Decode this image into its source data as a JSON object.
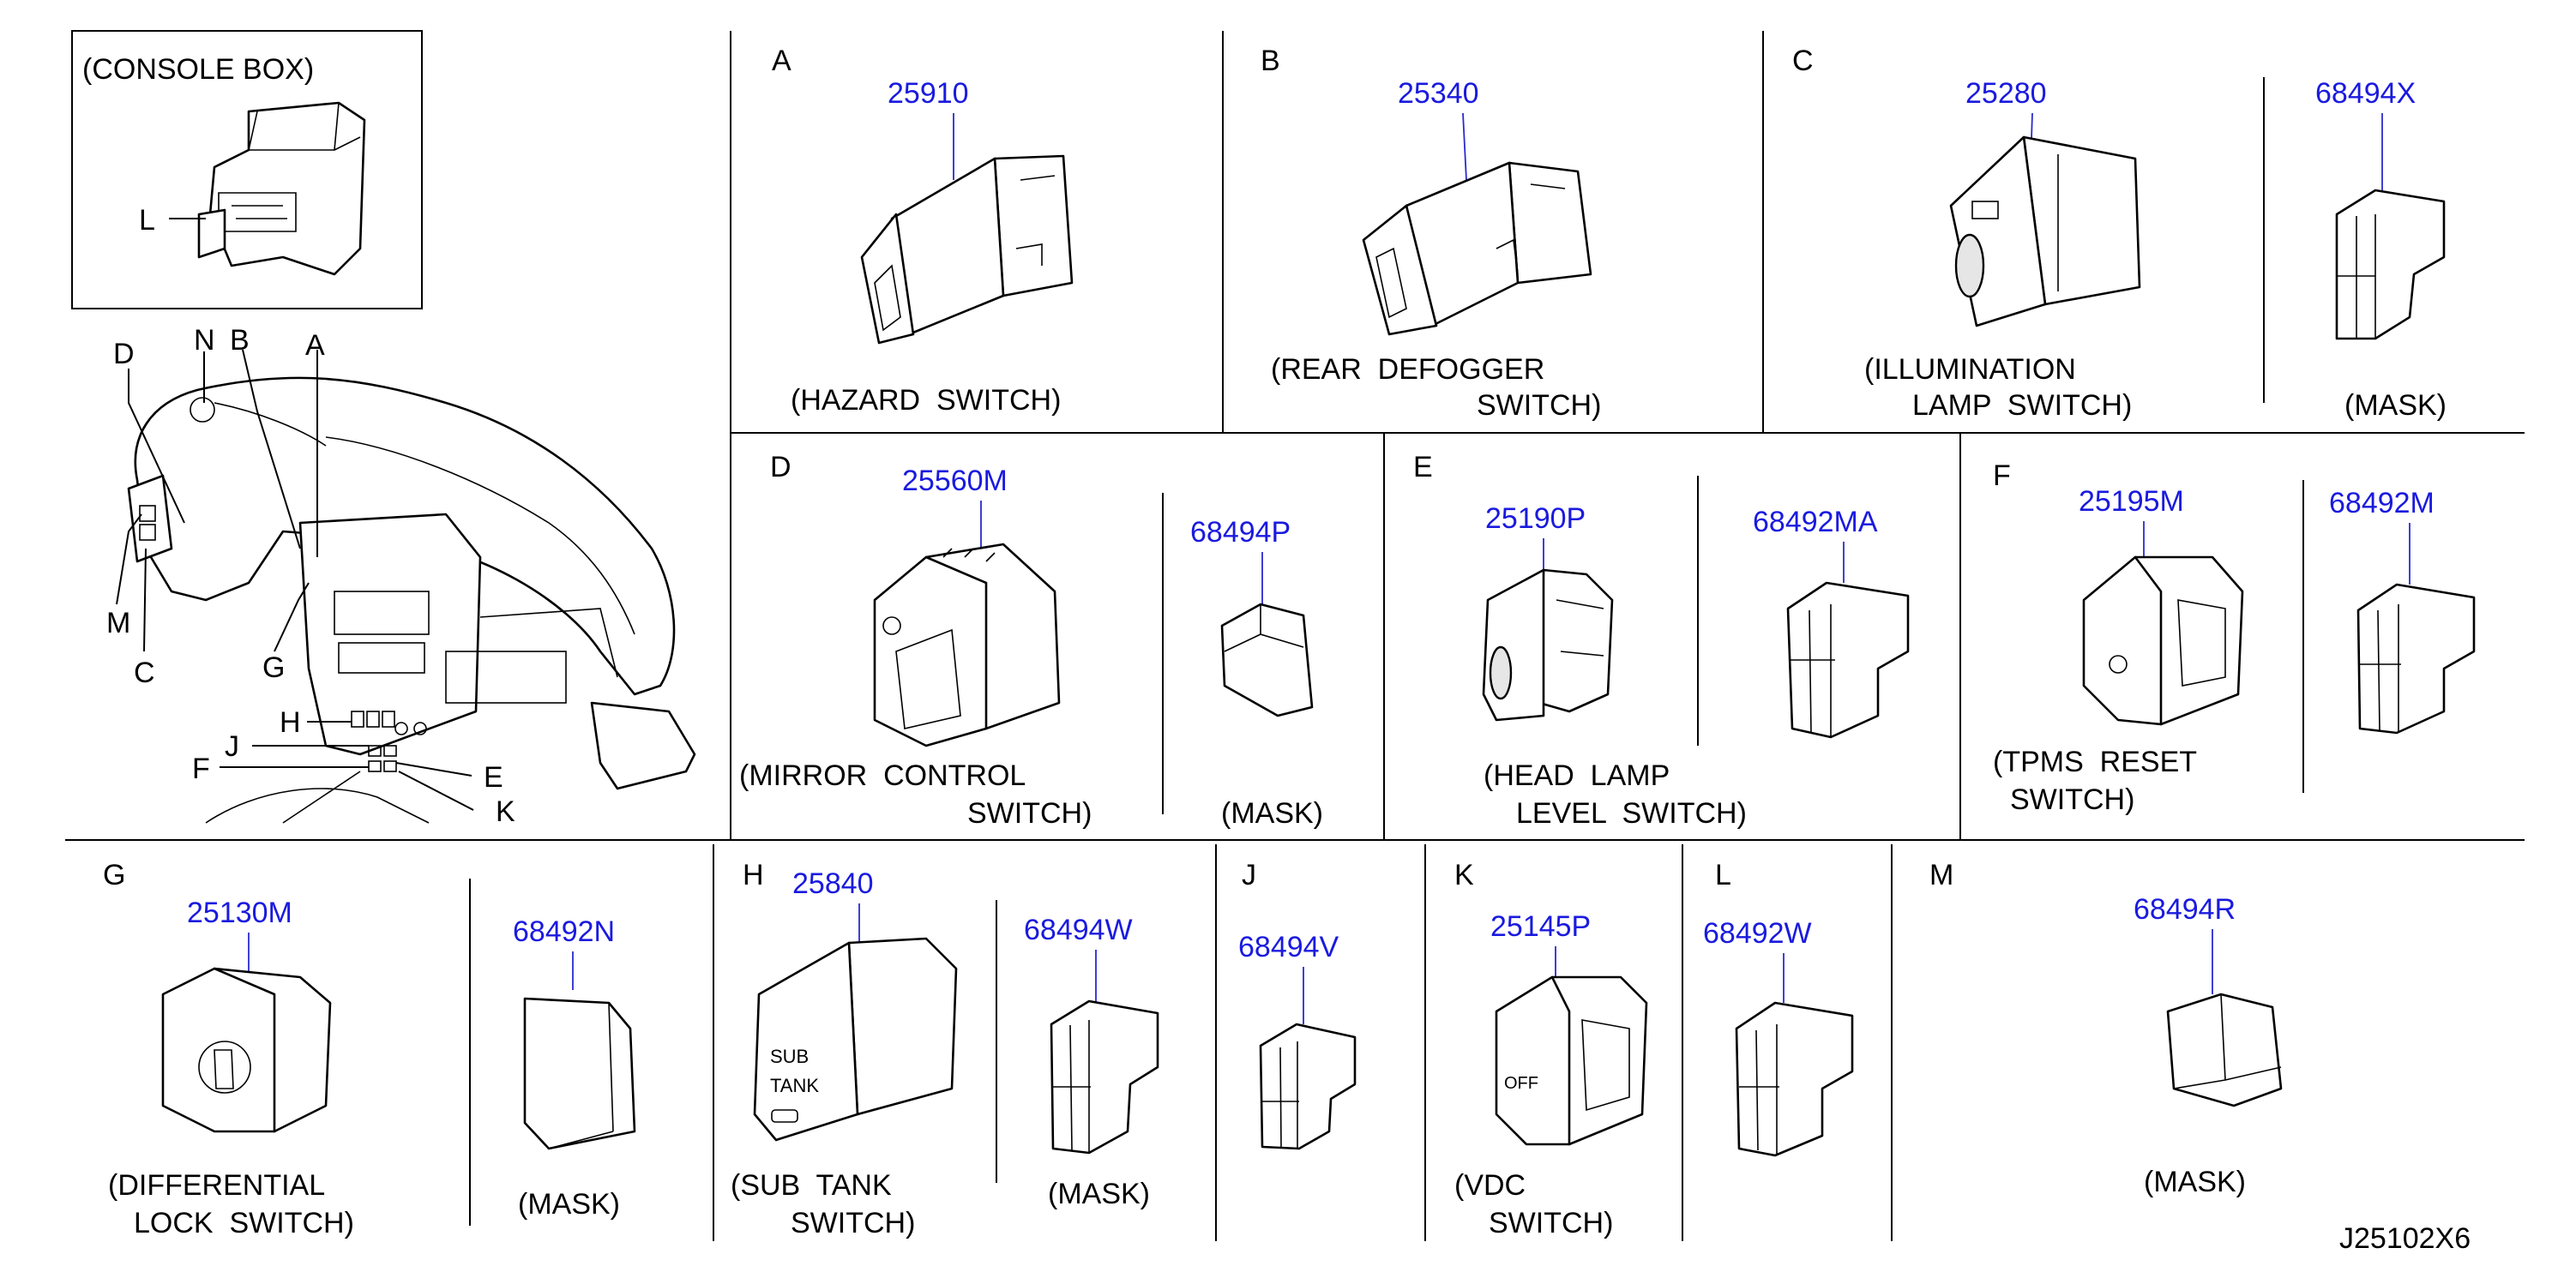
{
  "diagram_id": "J25102X6",
  "overview": {
    "console_box_title": "(CONSOLE  BOX)",
    "console_callout": "L",
    "dash_callouts": [
      "D",
      "N",
      "B",
      "A",
      "M",
      "C",
      "G",
      "H",
      "J",
      "F",
      "E",
      "K"
    ]
  },
  "sections": [
    {
      "letter": "A",
      "parts": [
        {
          "number": "25910",
          "caption": [
            "(HAZARD  SWITCH)"
          ]
        }
      ]
    },
    {
      "letter": "B",
      "parts": [
        {
          "number": "25340",
          "caption": [
            "(REAR  DEFOGGER",
            "SWITCH)"
          ]
        }
      ]
    },
    {
      "letter": "C",
      "parts": [
        {
          "number": "25280",
          "caption": [
            "(ILLUMINATION",
            "LAMP  SWITCH)"
          ]
        },
        {
          "number": "68494X",
          "caption": [
            "(MASK)"
          ]
        }
      ]
    },
    {
      "letter": "D",
      "parts": [
        {
          "number": "25560M",
          "caption": [
            "(MIRROR  CONTROL",
            "SWITCH)"
          ]
        },
        {
          "number": "68494P",
          "caption": [
            "(MASK)"
          ]
        }
      ]
    },
    {
      "letter": "E",
      "parts": [
        {
          "number": "25190P",
          "caption": [
            "(HEAD  LAMP",
            "LEVEL  SWITCH)"
          ]
        },
        {
          "number": "68492MA",
          "caption": []
        }
      ]
    },
    {
      "letter": "F",
      "parts": [
        {
          "number": "25195M",
          "caption": [
            "(TPMS  RESET",
            "SWITCH)"
          ]
        },
        {
          "number": "68492M",
          "caption": []
        }
      ]
    },
    {
      "letter": "G",
      "parts": [
        {
          "number": "25130M",
          "caption": [
            "(DIFFERENTIAL",
            "LOCK  SWITCH)"
          ]
        },
        {
          "number": "68492N",
          "caption": [
            "(MASK)"
          ]
        }
      ]
    },
    {
      "letter": "H",
      "parts": [
        {
          "number": "25840",
          "caption": [
            "(SUB  TANK",
            "SWITCH)"
          ]
        },
        {
          "number": "68494W",
          "caption": [
            "(MASK)"
          ]
        }
      ]
    },
    {
      "letter": "J",
      "parts": [
        {
          "number": "68494V",
          "caption": []
        }
      ]
    },
    {
      "letter": "K",
      "parts": [
        {
          "number": "25145P",
          "caption": [
            "(VDC",
            "SWITCH)"
          ]
        }
      ]
    },
    {
      "letter": "L",
      "parts": [
        {
          "number": "68492W",
          "caption": []
        }
      ]
    },
    {
      "letter": "M",
      "parts": [
        {
          "number": "68494R",
          "caption": [
            "(MASK)"
          ]
        }
      ]
    }
  ],
  "part_markings": {
    "sub_tank_line1": "SUB",
    "sub_tank_line2": "TANK",
    "vdc_mark": "OFF"
  },
  "colors": {
    "part_number": "#1a1adf",
    "ink": "#000000",
    "background": "#ffffff"
  }
}
